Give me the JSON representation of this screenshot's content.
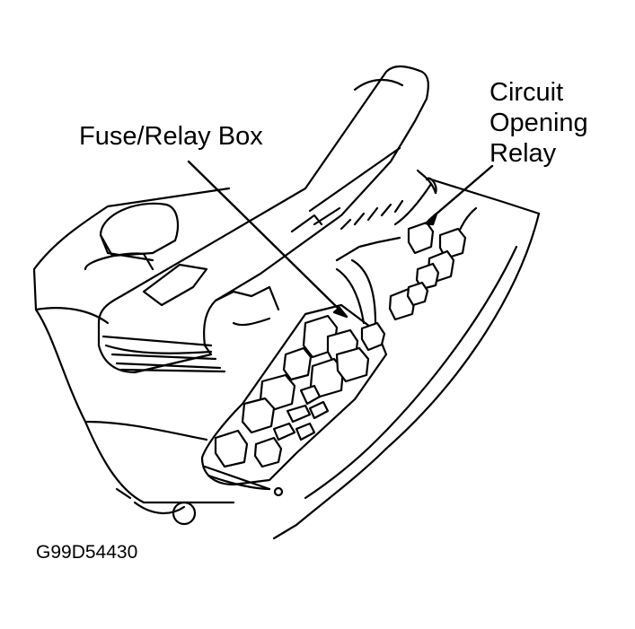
{
  "labels": {
    "fuse_relay_box": "Fuse/Relay Box",
    "circuit_opening_relay": [
      "Circuit",
      "Opening",
      "Relay"
    ],
    "figure_code": "G99D54430"
  }
}
